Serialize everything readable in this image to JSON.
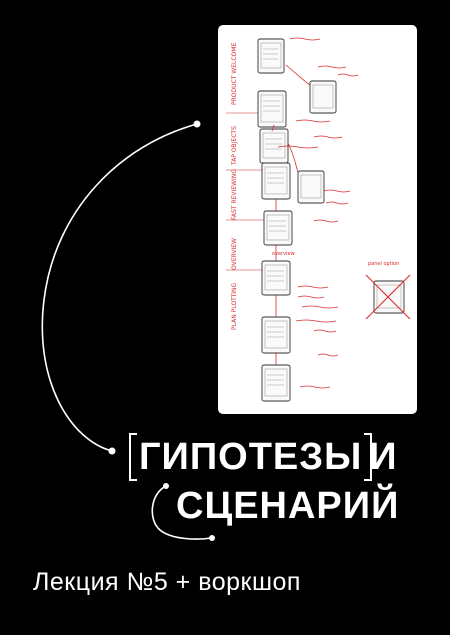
{
  "title": {
    "word1": "ГИПОТЕЗЫ",
    "word2": "И",
    "line2": "СЦЕНАРИЙ"
  },
  "subtitle": "Лекция №5 + воркшоп",
  "sketch": {
    "lane_labels": [
      "PRODUCT WELCOME",
      "TAP OBJECTS",
      "FAST REVIEWING",
      "OVERVIEW",
      "PLAN PLOTTING"
    ],
    "note_overview": "overview",
    "note_panel": "panel option"
  },
  "colors": {
    "background": "#000000",
    "foreground": "#ffffff",
    "sketch_accent": "#d62b2b",
    "sketch_ink": "#333333"
  }
}
